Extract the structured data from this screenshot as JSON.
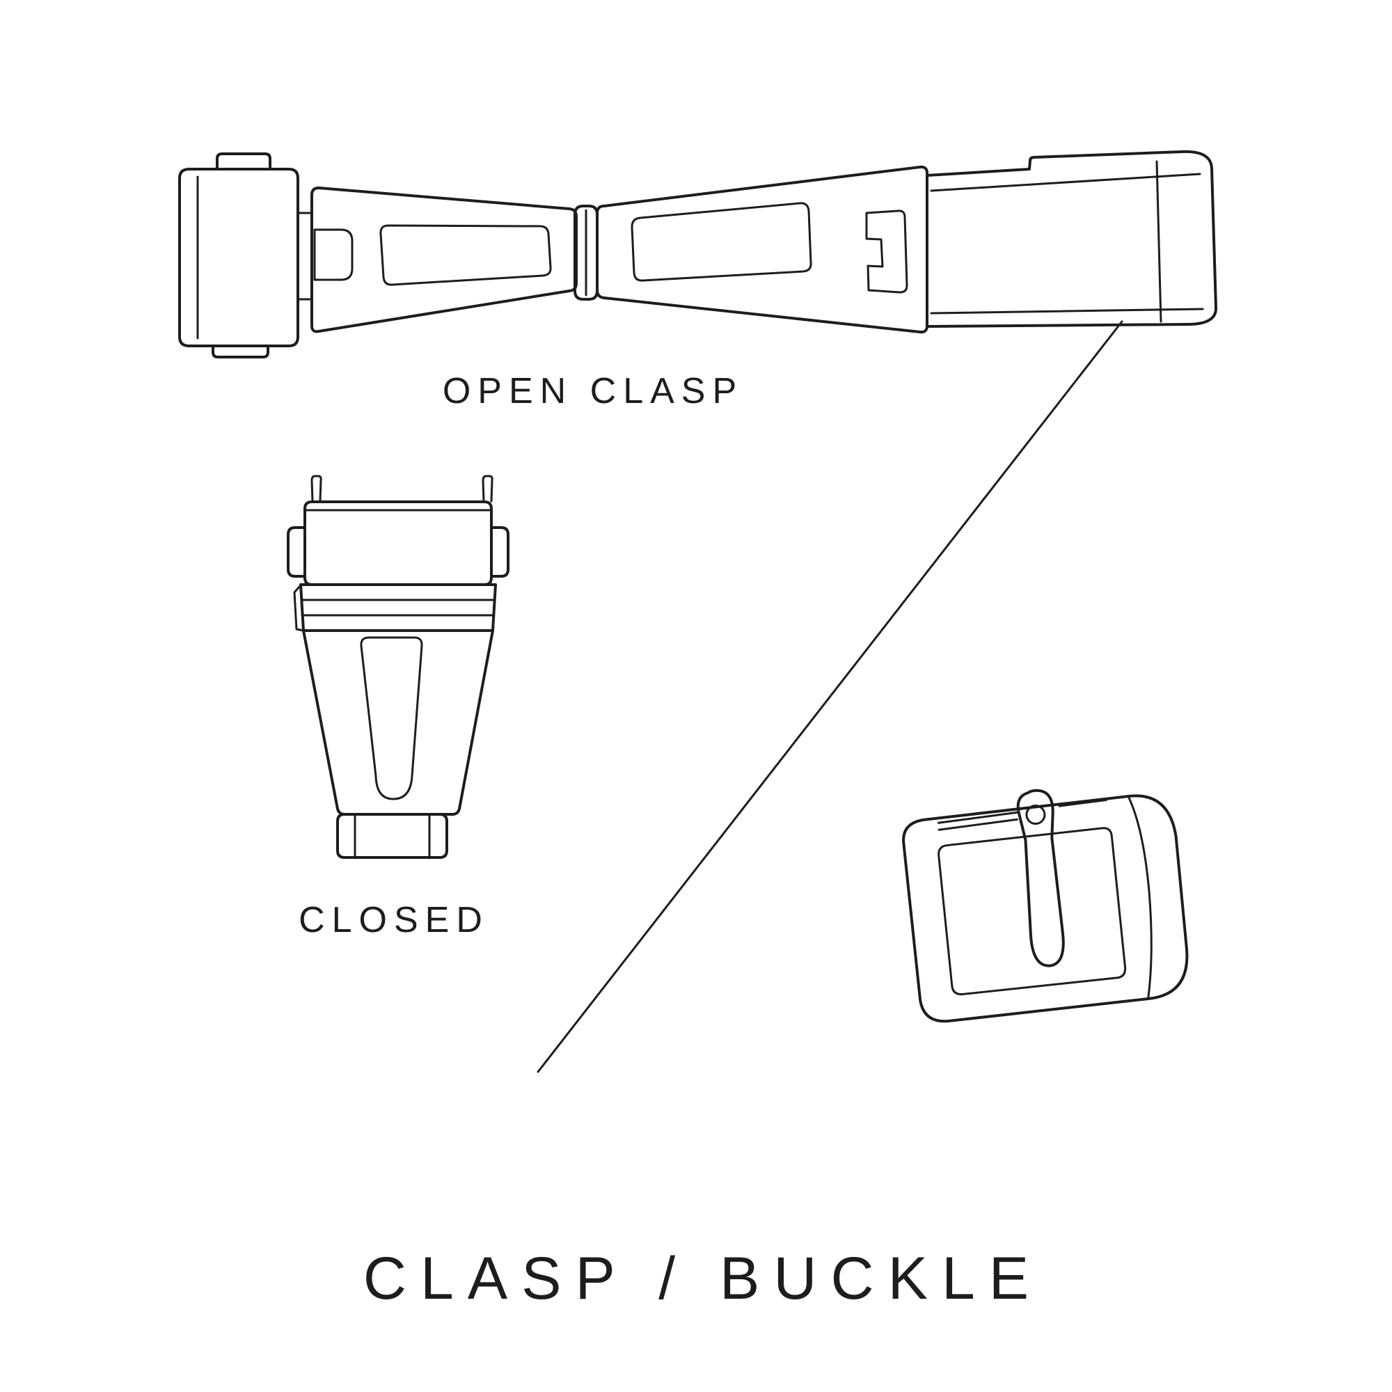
{
  "colors": {
    "ink": "#1d1d1d",
    "background": "#ffffff"
  },
  "labels": {
    "open_clasp": "OPEN CLASP",
    "closed": "CLOSED"
  },
  "title": "CLASP / BUCKLE",
  "illustrations": {
    "open_clasp": "open-clasp-drawing",
    "closed_clasp": "closed-clasp-drawing",
    "buckle": "buckle-drawing",
    "divider": "diagonal-divider-line"
  }
}
